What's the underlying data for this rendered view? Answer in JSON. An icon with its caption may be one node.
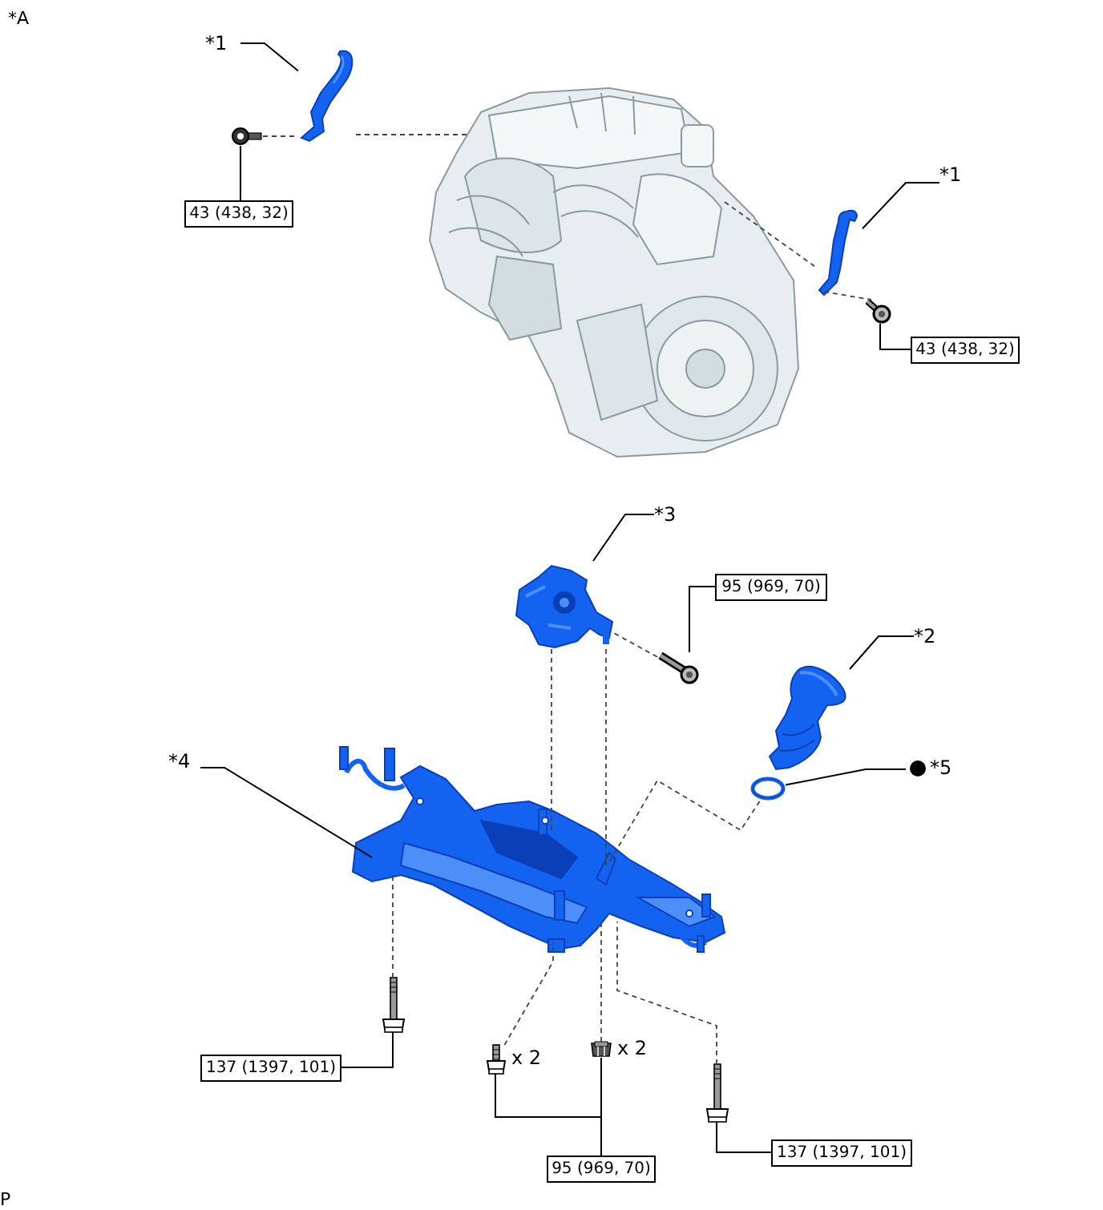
{
  "diagram": {
    "nodes": [
      {
        "text": [
          "*1"
        ]
      },
      {
        "text": [],
        "shape": "picture"
      },
      {
        "text": [],
        "shape": "picture"
      },
      {
        "text": [
          "43 (438, 32)"
        ]
      },
      {
        "text": [],
        "shape": "picture"
      },
      {
        "text": [
          "*1"
        ]
      },
      {
        "text": [],
        "shape": "picture"
      },
      {
        "text": [],
        "shape": "picture"
      },
      {
        "text": [
          "43 (438, 32)"
        ]
      },
      {
        "text": [
          "*3"
        ]
      },
      {
        "text": [],
        "shape": "picture"
      },
      {
        "text": [
          "95 (969, 70)"
        ]
      },
      {
        "text": [],
        "shape": "picture"
      },
      {
        "text": [
          "*2"
        ]
      },
      {
        "text": [],
        "shape": "picture"
      },
      {
        "text": [
          "*4"
        ]
      },
      {
        "text": [],
        "shape": "picture"
      },
      {
        "text": [],
        "shape": "circle"
      },
      {
        "text": [
          "*5"
        ]
      },
      {
        "text": [],
        "shape": "picture"
      },
      {
        "text": [
          "137 (1397, 101)"
        ]
      },
      {
        "text": [],
        "shape": "picture",
        "beside": [
          "x 2"
        ]
      },
      {
        "text": [],
        "shape": "picture",
        "beside": [
          "x 2"
        ]
      },
      {
        "text": [
          "95 (969, 70)"
        ]
      },
      {
        "text": [],
        "shape": "picture"
      },
      {
        "text": [
          "137 (1397, 101)"
        ]
      }
    ],
    "edges": [
      {
        "from": 0,
        "to": 1,
        "arrow": "none"
      },
      {
        "from": 3,
        "to": 2,
        "arrow": "none"
      },
      {
        "from": 2,
        "to": 1,
        "arrow": "none",
        "style": "dashed"
      },
      {
        "from": 1,
        "to": 4,
        "arrow": "none",
        "style": "dashed"
      },
      {
        "from": 5,
        "to": 6,
        "arrow": "none"
      },
      {
        "from": 8,
        "to": 7,
        "arrow": "none"
      },
      {
        "from": 4,
        "to": 6,
        "arrow": "none",
        "style": "dashed"
      },
      {
        "from": 6,
        "to": 7,
        "arrow": "none",
        "style": "dashed"
      },
      {
        "from": 9,
        "to": 10,
        "arrow": "none"
      },
      {
        "from": 11,
        "to": 12,
        "arrow": "none"
      },
      {
        "from": 12,
        "to": 10,
        "arrow": "none",
        "style": "dashed"
      },
      {
        "from": 10,
        "to": 16,
        "arrow": "none",
        "style": "dashed"
      },
      {
        "from": 10,
        "to": 16,
        "arrow": "none",
        "style": "dashed"
      },
      {
        "from": 17,
        "to": 16,
        "arrow": "none",
        "style": "dashed"
      },
      {
        "from": 19,
        "to": 16,
        "arrow": "none",
        "style": "dashed"
      },
      {
        "from": 21,
        "to": 16,
        "arrow": "none",
        "style": "dashed"
      },
      {
        "from": 22,
        "to": 16,
        "arrow": "none",
        "style": "dashed"
      },
      {
        "from": 24,
        "to": 16,
        "arrow": "none",
        "style": "dashed"
      },
      {
        "from": 20,
        "to": 19,
        "arrow": "none"
      },
      {
        "from": 23,
        "to": 21,
        "arrow": "none"
      },
      {
        "from": 23,
        "to": 22,
        "arrow": "none"
      },
      {
        "from": 25,
        "to": 24,
        "arrow": "none"
      },
      {
        "from": 18,
        "to": 17,
        "arrow": "none"
      },
      {
        "from": 13,
        "to": 14,
        "arrow": "none"
      },
      {
        "from": 15,
        "to": 16,
        "arrow": "none"
      }
    ],
    "labels": [
      "*A",
      "P"
    ]
  }
}
